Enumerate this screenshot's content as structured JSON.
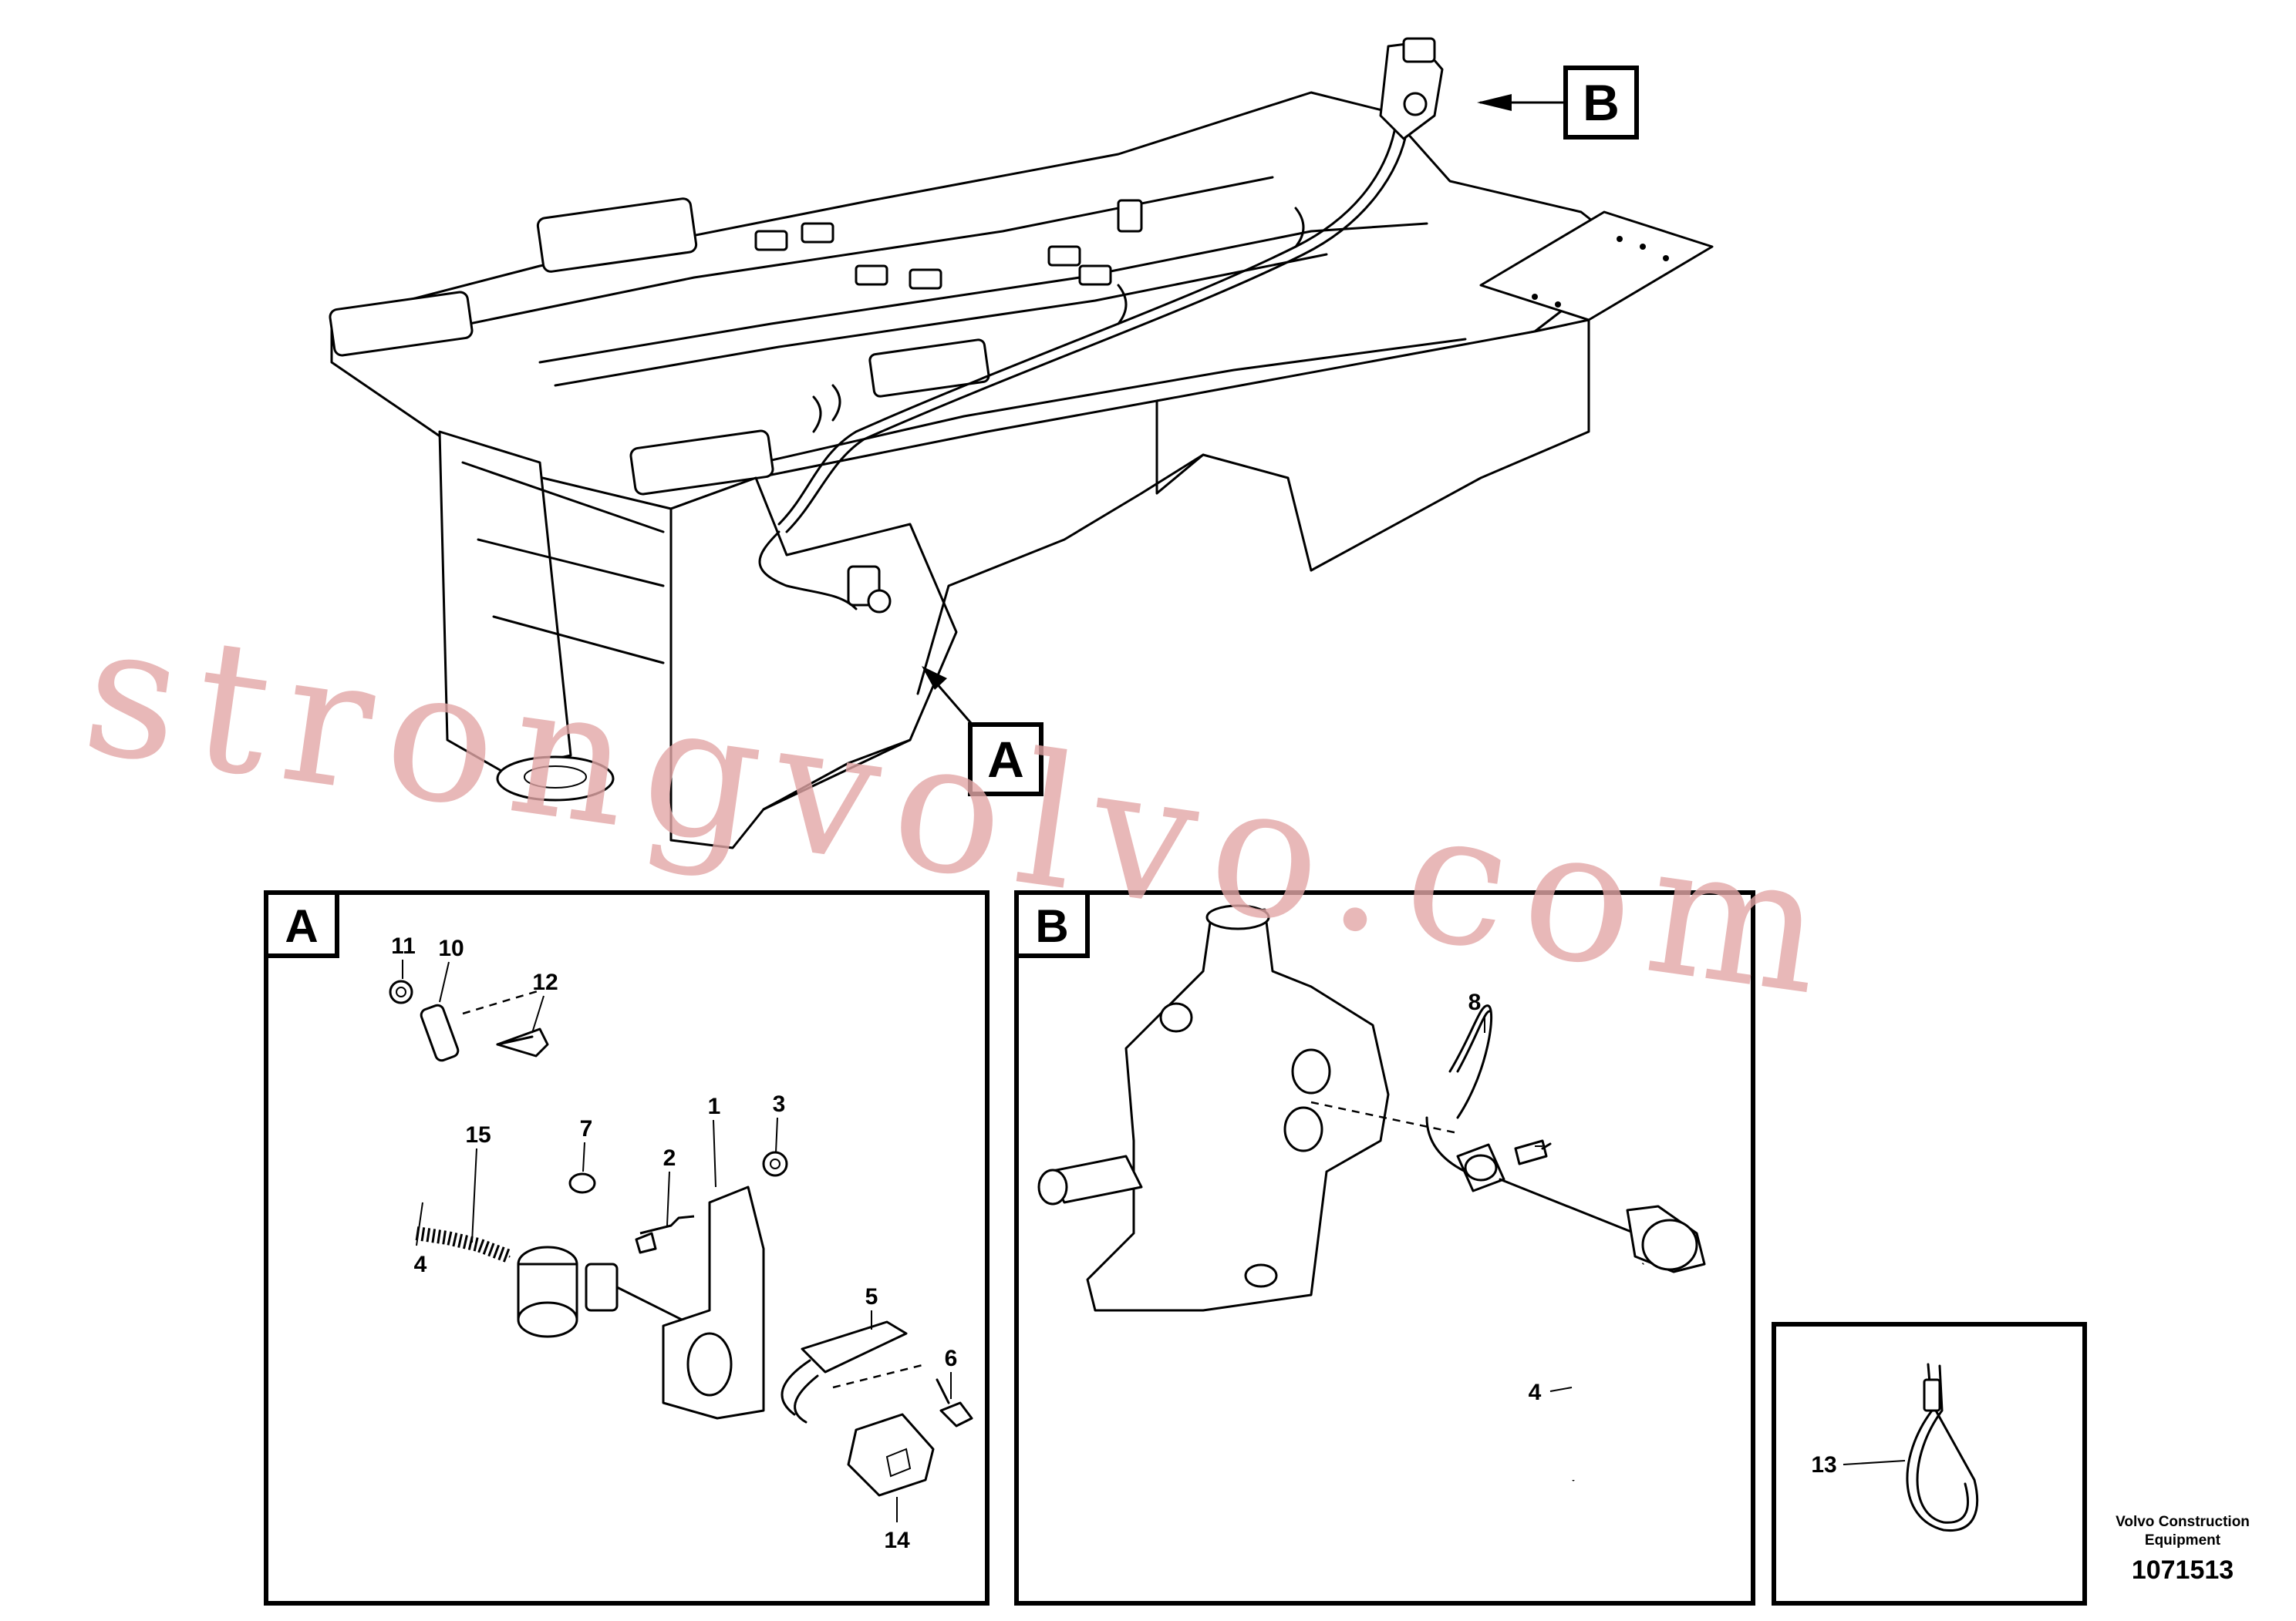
{
  "main_view": {
    "callout_a": "A",
    "callout_b": "B"
  },
  "detail_a": {
    "tag": "A",
    "labels": {
      "p11": "11",
      "p10": "10",
      "p12": "12",
      "p15": "15",
      "p7": "7",
      "p1": "1",
      "p3": "3",
      "p2": "2",
      "p4": "4",
      "p5": "5",
      "p6": "6",
      "p14": "14"
    }
  },
  "detail_b": {
    "tag": "B",
    "labels": {
      "p8": "8",
      "p4": "4"
    }
  },
  "detail_c": {
    "labels": {
      "p13": "13"
    }
  },
  "footer": {
    "company": "Volvo Construction",
    "company_line2": "Equipment",
    "drawing_number": "1071513"
  },
  "watermark": "strongvolvo.com"
}
